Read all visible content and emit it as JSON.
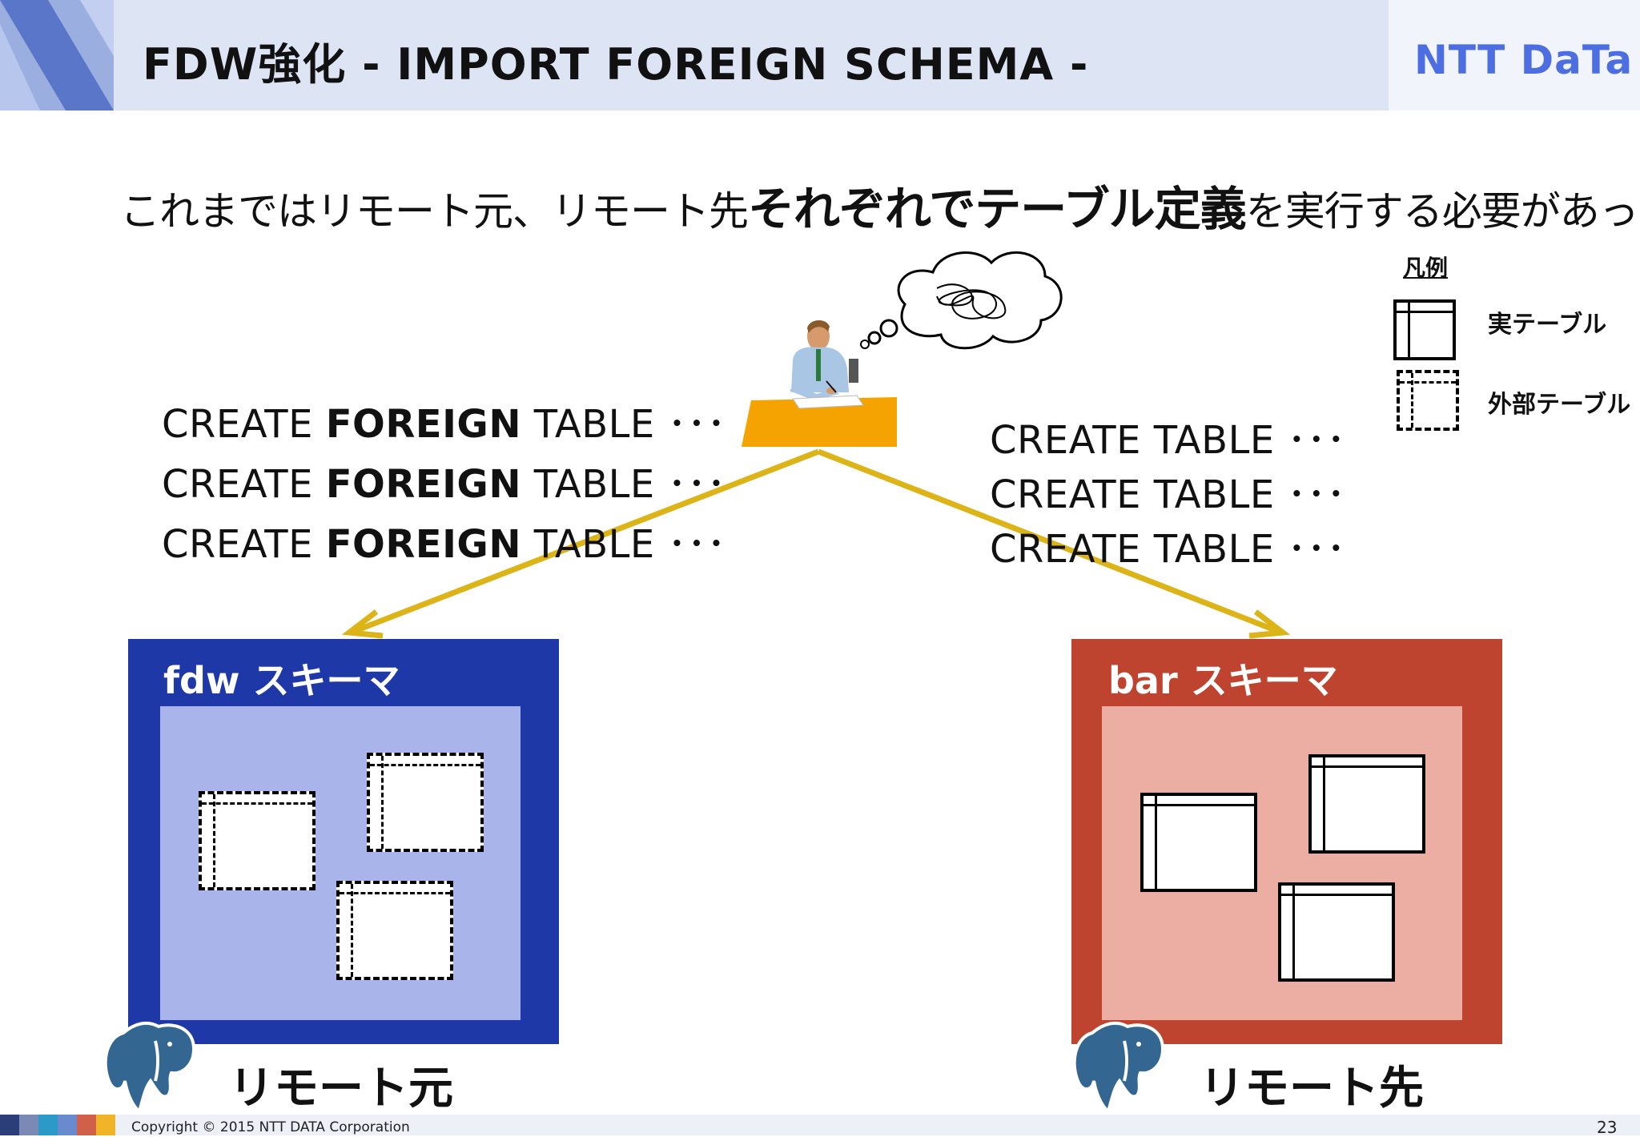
{
  "header": {
    "title": "FDW強化 - IMPORT FOREIGN SCHEMA -",
    "logo_text": "NTT DaTa"
  },
  "headline": {
    "before": "これまではリモート元、リモート先",
    "emphasis": "それぞれでテーブル定義",
    "after": "を実行する必要があった"
  },
  "foreign_statements": [
    {
      "pre": "CREATE ",
      "bold": "FOREIGN",
      "post": " TABLE ･･･"
    },
    {
      "pre": "CREATE ",
      "bold": "FOREIGN",
      "post": " TABLE ･･･"
    },
    {
      "pre": "CREATE ",
      "bold": "FOREIGN",
      "post": " TABLE ･･･"
    }
  ],
  "table_statements": [
    "CREATE TABLE ･･･",
    "CREATE TABLE ･･･",
    "CREATE TABLE ･･･"
  ],
  "legend": {
    "title": "凡例",
    "real_table": "実テーブル",
    "foreign_table": "外部テーブル"
  },
  "schemas": {
    "left": {
      "title": "fdw スキーマ",
      "outer_color": "#1f38a8",
      "inner_color": "#a8b4ea",
      "label": "リモート元"
    },
    "right": {
      "title": "bar スキーマ",
      "outer_color": "#bf4430",
      "inner_color": "#ecaea3",
      "label": "リモート先"
    }
  },
  "colors": {
    "arrow": "#dcb418",
    "desk": "#f5a300"
  },
  "footer": {
    "copyright": "Copyright © 2015 NTT DATA Corporation",
    "page_number": "23",
    "swatches": [
      "#2c3e7a",
      "#7a8ab4",
      "#2c9ac8",
      "#6a8ad0",
      "#d0604a",
      "#f0b428"
    ]
  }
}
